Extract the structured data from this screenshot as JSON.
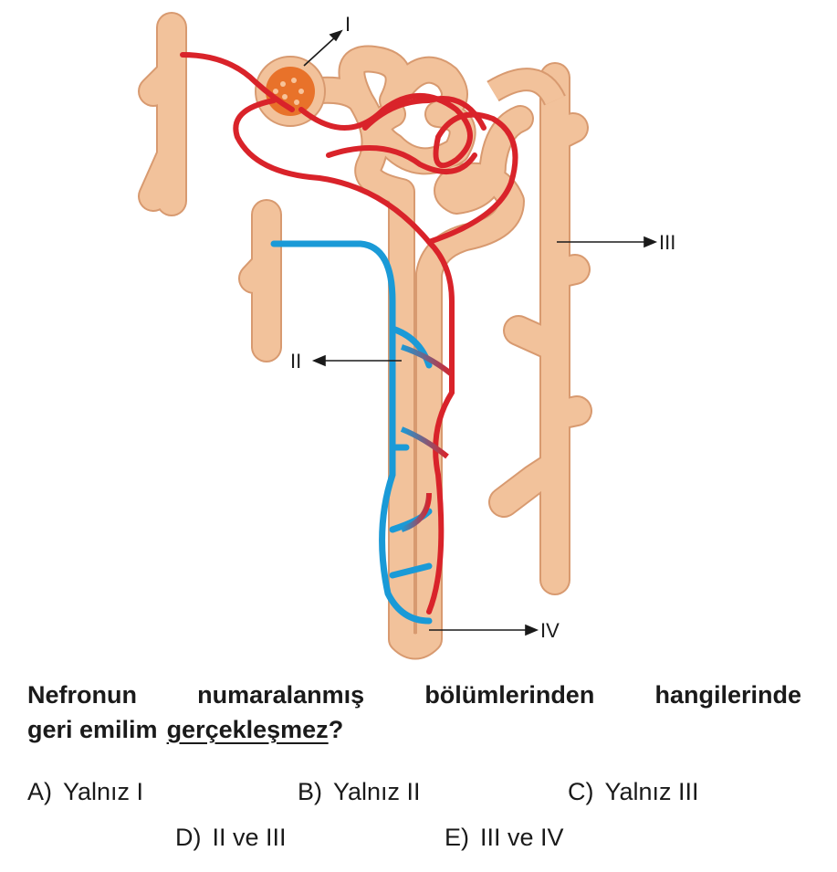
{
  "labels": {
    "I": "I",
    "II": "II",
    "III": "III",
    "IV": "IV"
  },
  "question": {
    "words_line1": [
      "Nefronun",
      "numaralanmış",
      "bölümlerinden",
      "hangilerinde"
    ],
    "line2_pre": "geri emilim",
    "line2_underlined": "gerçekleşmez",
    "line2_post": "?"
  },
  "options": [
    {
      "letter": "A)",
      "text": "Yalnız I"
    },
    {
      "letter": "B)",
      "text": "Yalnız II"
    },
    {
      "letter": "C)",
      "text": "Yalnız III"
    },
    {
      "letter": "D)",
      "text": "II ve III"
    },
    {
      "letter": "E)",
      "text": "III ve IV"
    }
  ],
  "colors": {
    "tubule": "#f2c29b",
    "tubule_edge": "#d89a70",
    "artery": "#d9232a",
    "vein": "#1a9ad7",
    "glomerulus": "#e8722a"
  }
}
